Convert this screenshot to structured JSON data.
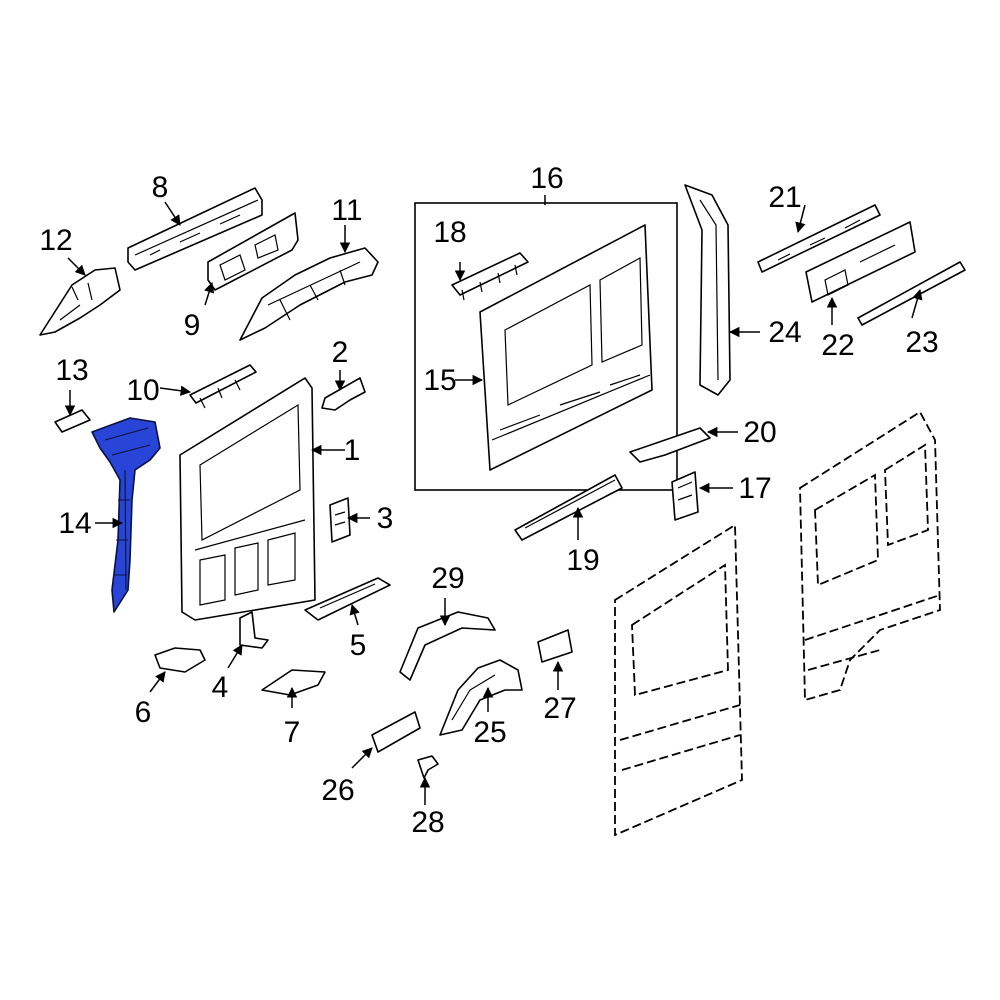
{
  "colors": {
    "highlight": "#2945d8",
    "line": "#000000",
    "background": "#ffffff"
  },
  "labels": {
    "p1": "1",
    "p2": "2",
    "p3": "3",
    "p4": "4",
    "p5": "5",
    "p6": "6",
    "p7": "7",
    "p8": "8",
    "p9": "9",
    "p10": "10",
    "p11": "11",
    "p12": "12",
    "p13": "13",
    "p14": "14",
    "p15": "15",
    "p16": "16",
    "p17": "17",
    "p18": "18",
    "p19": "19",
    "p20": "20",
    "p21": "21",
    "p22": "22",
    "p23": "23",
    "p24": "24",
    "p25": "25",
    "p26": "26",
    "p27": "27",
    "p28": "28",
    "p29": "29"
  },
  "highlighted_part": "14"
}
